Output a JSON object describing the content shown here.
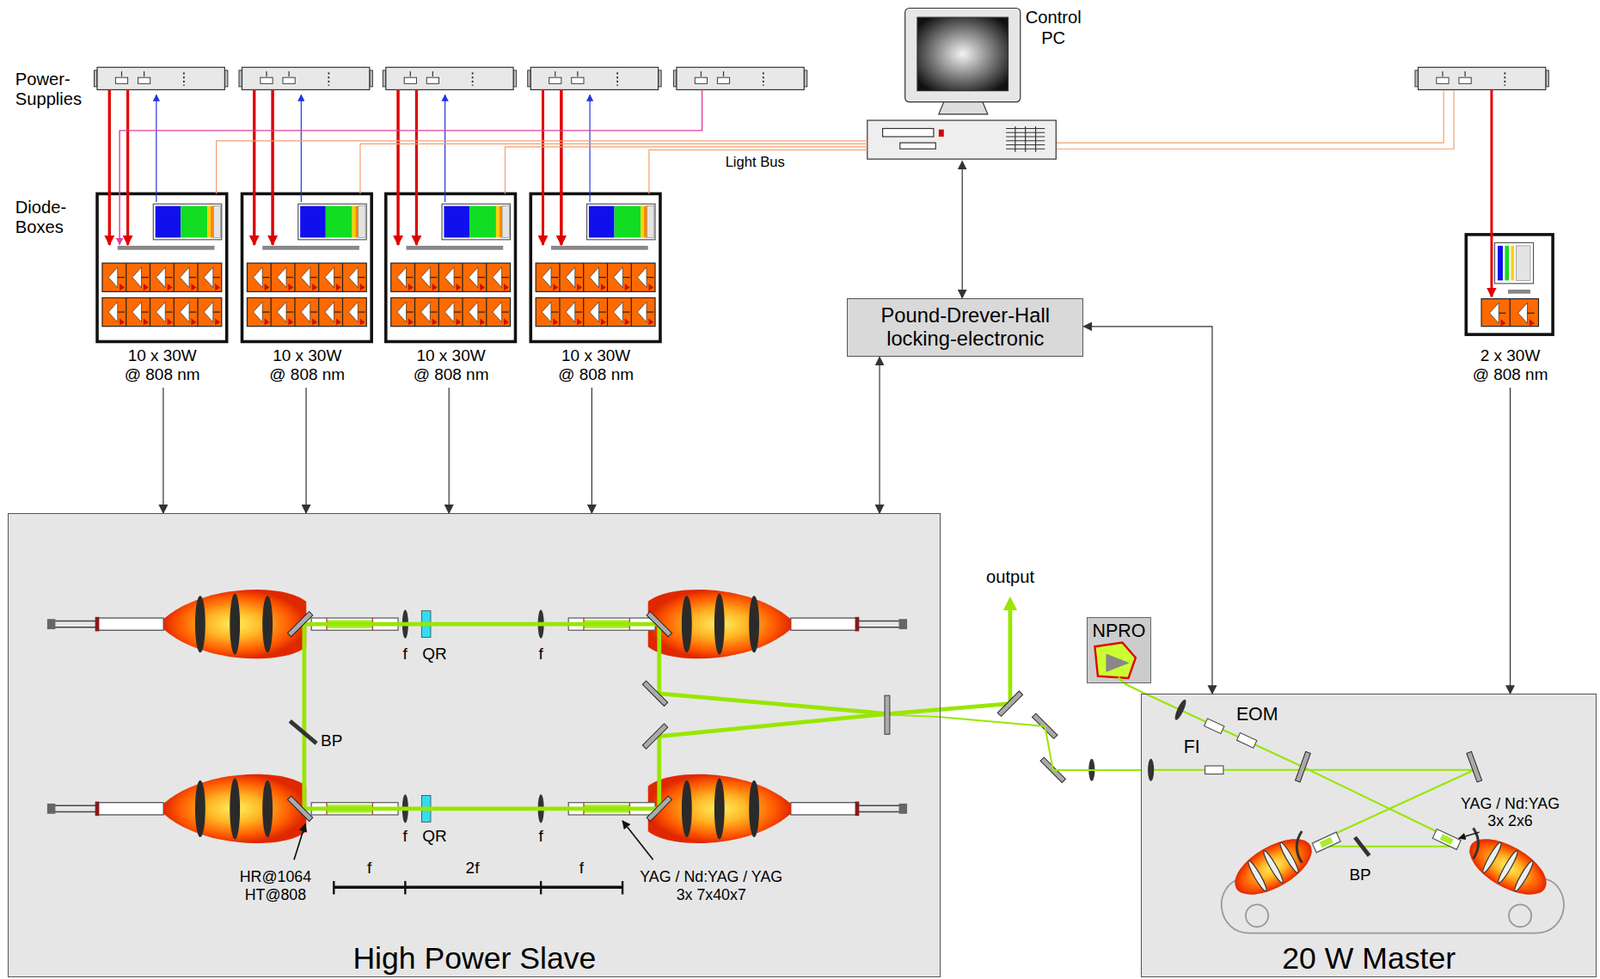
{
  "diagram": {
    "nodes": [
      {
        "text": [
          "Control PC"
        ]
      },
      {
        "text": [
          "10 x 30W @ 808 nm"
        ]
      },
      {
        "text": [
          "10 x 30W @ 808 nm"
        ]
      },
      {
        "text": [
          "10 x 30W @ 808 nm"
        ]
      },
      {
        "text": [
          "10 x 30W @ 808 nm"
        ]
      },
      {
        "text": [
          "Pound-Drever-Hall locking-electronic"
        ]
      },
      {
        "text": [
          "2 x 30W @ 808 nm"
        ]
      },
      {
        "text": [
          "High Power Slave"
        ]
      },
      {
        "text": [
          "NPRO"
        ]
      },
      {
        "text": [
          "20 W Master"
        ]
      }
    ],
    "edges": [
      {
        "from": 0,
        "to": 5,
        "arrow": "both"
      },
      {
        "from": 5,
        "to": 7,
        "arrow": "both"
      },
      {
        "from": 9,
        "to": 5,
        "arrow": "both"
      },
      {
        "from": 1,
        "to": 7,
        "arrow": "to"
      },
      {
        "from": 2,
        "to": 7,
        "arrow": "to"
      },
      {
        "from": 3,
        "to": 7,
        "arrow": "to"
      },
      {
        "from": 4,
        "to": 7,
        "arrow": "to"
      },
      {
        "from": 6,
        "to": 9,
        "arrow": "to"
      },
      {
        "from": 0,
        "to": 1,
        "arrow": "none"
      },
      {
        "from": 0,
        "to": 2,
        "arrow": "none"
      },
      {
        "from": 0,
        "to": 3,
        "arrow": "none"
      },
      {
        "from": 0,
        "to": 4,
        "arrow": "none"
      },
      {
        "from": 8,
        "to": 9,
        "arrow": "none"
      },
      {
        "from": 9,
        "to": 7,
        "arrow": "none"
      }
    ],
    "labels": [
      "Power- Supplies",
      "Diode- Boxes",
      "Light Bus",
      "output",
      "f",
      "QR",
      "f",
      "BP",
      "f",
      "QR",
      "f",
      "HR@1064 HT@808",
      "f",
      "2f",
      "f",
      "YAG / Nd:YAG / YAG 3x 7x40x7",
      "EOM",
      "FI",
      "YAG / Nd:YAG 3x 2x6",
      "BP"
    ]
  }
}
